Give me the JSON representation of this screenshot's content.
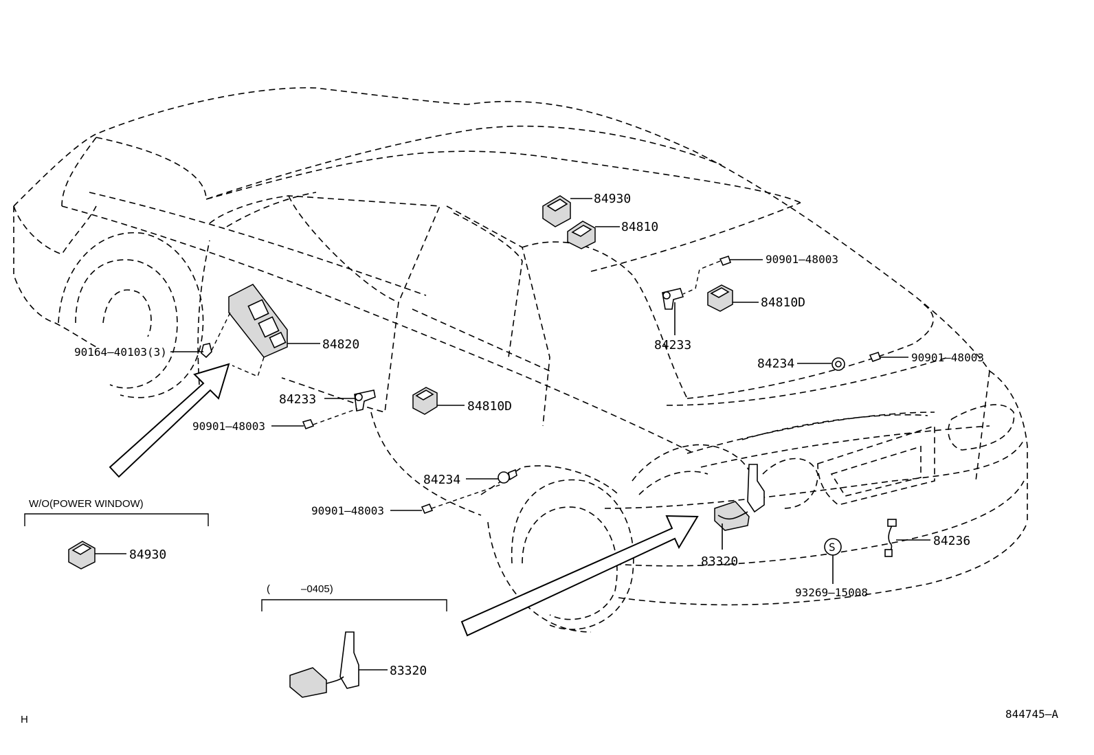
{
  "diagram": {
    "figure_code": "844745–A",
    "corner_mark": "H",
    "callouts": {
      "p84930_top": "84930",
      "p84810_top": "84810",
      "p90901_a": "90901–48003",
      "p84810d_right": "84810D",
      "p84233_right": "84233",
      "p84234_right": "84234",
      "p90901_b": "90901–48003",
      "p90164": "90164–40103(3)",
      "p84820": "84820",
      "p84233_left": "84233",
      "p90901_c": "90901–48003",
      "p84810d_mid": "84810D",
      "p84234_mid": "84234",
      "p90901_d": "90901–48003",
      "p83320_main": "83320",
      "p84236": "84236",
      "p93269": "93269–15008",
      "s_mark": "S",
      "p84930_inset": "84930",
      "p83320_inset": "83320"
    },
    "insets": {
      "no_power_window": "W/O(POWER WINDOW)",
      "date_range_open": "(",
      "date_range": "–0405)"
    }
  }
}
